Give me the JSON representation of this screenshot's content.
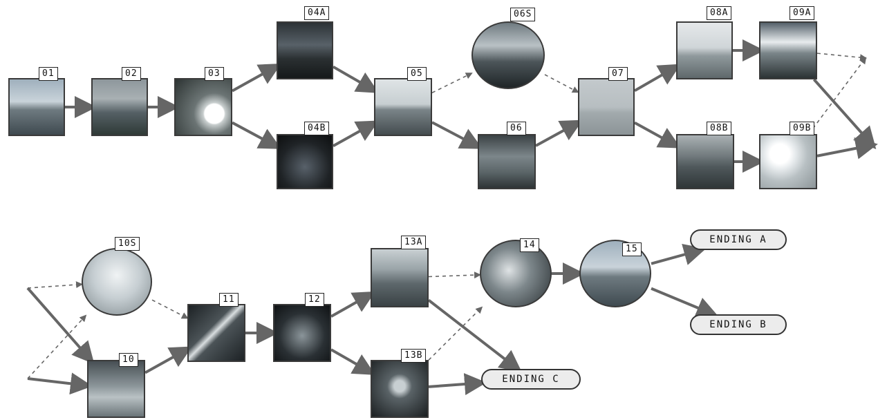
{
  "nodes": [
    {
      "id": "n01",
      "label": "01",
      "shape": "square",
      "photo": "p-sea"
    },
    {
      "id": "n02",
      "label": "02",
      "shape": "square",
      "photo": "p-hill"
    },
    {
      "id": "n03",
      "label": "03",
      "shape": "square",
      "photo": "p-sun"
    },
    {
      "id": "n04a",
      "label": "04A",
      "shape": "square",
      "photo": "p-dark"
    },
    {
      "id": "n04b",
      "label": "04B",
      "shape": "square",
      "photo": "p-night"
    },
    {
      "id": "n05",
      "label": "05",
      "shape": "square",
      "photo": "p-horizon"
    },
    {
      "id": "n06s",
      "label": "06S",
      "shape": "circle",
      "photo": "p-mount"
    },
    {
      "id": "n06",
      "label": "06",
      "shape": "square",
      "photo": "p-valley"
    },
    {
      "id": "n07",
      "label": "07",
      "shape": "square",
      "photo": "p-calm"
    },
    {
      "id": "n08a",
      "label": "08A",
      "shape": "square",
      "photo": "p-haze"
    },
    {
      "id": "n08b",
      "label": "08B",
      "shape": "square",
      "photo": "p-ridge"
    },
    {
      "id": "n09a",
      "label": "09A",
      "shape": "square",
      "photo": "p-peaks"
    },
    {
      "id": "n09b",
      "label": "09B",
      "shape": "square",
      "photo": "p-glare"
    },
    {
      "id": "n10s",
      "label": "10S",
      "shape": "circle",
      "photo": "p-cloud"
    },
    {
      "id": "n10",
      "label": "10",
      "shape": "square",
      "photo": "p-dusk"
    },
    {
      "id": "n11",
      "label": "11",
      "shape": "square",
      "photo": "p-road"
    },
    {
      "id": "n12",
      "label": "12",
      "shape": "square",
      "photo": "p-city"
    },
    {
      "id": "n13a",
      "label": "13A",
      "shape": "square",
      "photo": "p-river"
    },
    {
      "id": "n13b",
      "label": "13B",
      "shape": "square",
      "photo": "p-tunnel"
    },
    {
      "id": "n14",
      "label": "14",
      "shape": "circle",
      "photo": "p-rocks"
    },
    {
      "id": "n15",
      "label": "15",
      "shape": "circle",
      "photo": "p-sea"
    }
  ],
  "endings": [
    {
      "id": "endA",
      "label": "ENDING A"
    },
    {
      "id": "endB",
      "label": "ENDING B"
    },
    {
      "id": "endC",
      "label": "ENDING C"
    }
  ],
  "edges": [
    {
      "from": "n01",
      "to": "n02",
      "style": "solid"
    },
    {
      "from": "n02",
      "to": "n03",
      "style": "solid"
    },
    {
      "from": "n03",
      "to": "n04a",
      "style": "solid"
    },
    {
      "from": "n03",
      "to": "n04b",
      "style": "solid"
    },
    {
      "from": "n04a",
      "to": "n05",
      "style": "solid"
    },
    {
      "from": "n04b",
      "to": "n05",
      "style": "solid"
    },
    {
      "from": "n05",
      "to": "n06s",
      "style": "dashed"
    },
    {
      "from": "n05",
      "to": "n06",
      "style": "solid"
    },
    {
      "from": "n06s",
      "to": "n07",
      "style": "dashed"
    },
    {
      "from": "n06",
      "to": "n07",
      "style": "solid"
    },
    {
      "from": "n07",
      "to": "n08a",
      "style": "solid"
    },
    {
      "from": "n07",
      "to": "n08b",
      "style": "solid"
    },
    {
      "from": "n08a",
      "to": "n09a",
      "style": "solid"
    },
    {
      "from": "n08b",
      "to": "n09b",
      "style": "solid"
    },
    {
      "from": "n09a",
      "to": "row1-out-upper",
      "style": "dashed"
    },
    {
      "from": "n09a",
      "to": "row1-out-lower",
      "style": "solid"
    },
    {
      "from": "n09b",
      "to": "row1-out-upper",
      "style": "dashed"
    },
    {
      "from": "n09b",
      "to": "row1-out-lower",
      "style": "solid"
    },
    {
      "from": "row2-in-upper",
      "to": "n10s",
      "style": "dashed"
    },
    {
      "from": "row2-in-upper",
      "to": "n10",
      "style": "solid"
    },
    {
      "from": "row2-in-lower",
      "to": "n10s",
      "style": "dashed"
    },
    {
      "from": "row2-in-lower",
      "to": "n10",
      "style": "solid"
    },
    {
      "from": "n10s",
      "to": "n11",
      "style": "dashed"
    },
    {
      "from": "n10",
      "to": "n11",
      "style": "solid"
    },
    {
      "from": "n11",
      "to": "n12",
      "style": "solid"
    },
    {
      "from": "n12",
      "to": "n13a",
      "style": "solid"
    },
    {
      "from": "n12",
      "to": "n13b",
      "style": "solid"
    },
    {
      "from": "n13a",
      "to": "n14",
      "style": "dashed"
    },
    {
      "from": "n13b",
      "to": "n14",
      "style": "dashed"
    },
    {
      "from": "n13a",
      "to": "endC",
      "style": "solid"
    },
    {
      "from": "n13b",
      "to": "endC",
      "style": "solid"
    },
    {
      "from": "n14",
      "to": "n15",
      "style": "solid"
    },
    {
      "from": "n15",
      "to": "endA",
      "style": "solid"
    },
    {
      "from": "n15",
      "to": "endB",
      "style": "solid"
    }
  ],
  "colors": {
    "arrow": "#666666",
    "border": "#3a3a3a",
    "ending_fill": "#ececec"
  }
}
